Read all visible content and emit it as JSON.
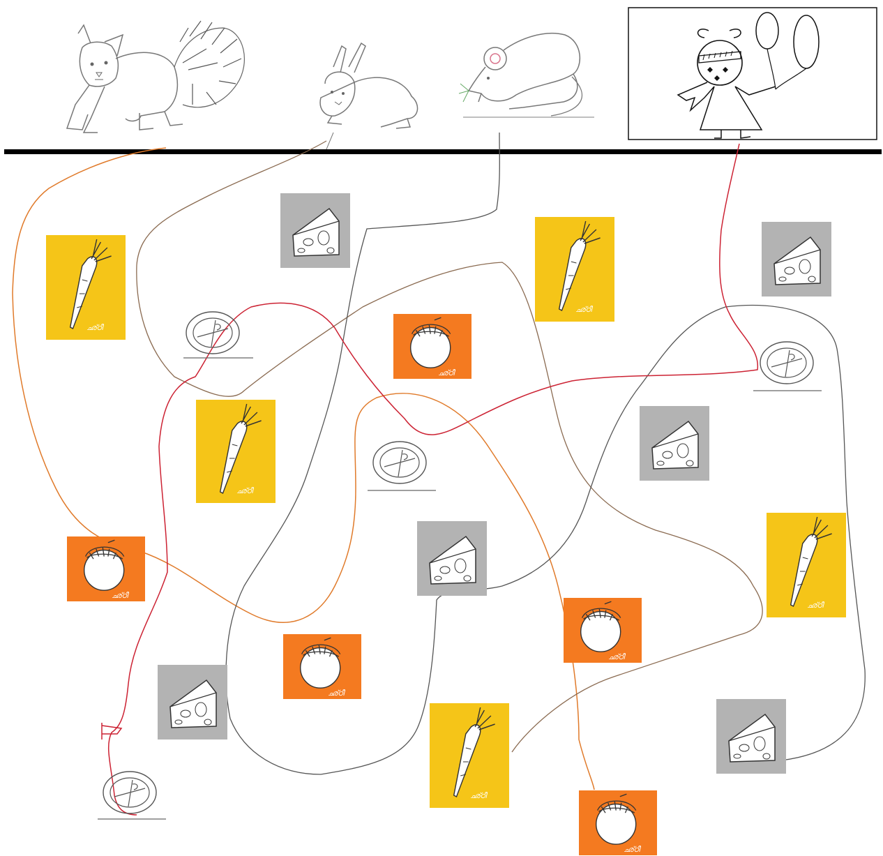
{
  "puzzle": {
    "characters": [
      {
        "id": "cat",
        "name": "cat",
        "path_color": "#e07a2a"
      },
      {
        "id": "rabbit",
        "name": "rabbit",
        "path_color": "#8a6a50"
      },
      {
        "id": "mouse",
        "name": "mouse",
        "path_color": "#555555"
      },
      {
        "id": "girl",
        "name": "girl with balloons",
        "path_color": "#cc2233"
      }
    ],
    "foods": {
      "carrot": {
        "tile_color": "#f5c518",
        "icon": "carrot-icon",
        "tag": "ഛ്ഠീ"
      },
      "cheese": {
        "tile_color": "#b3b3b3",
        "icon": "cheese-icon"
      },
      "strawberry": {
        "tile_color": "#f47a20",
        "icon": "strawberry-icon",
        "tag": "ഛ്ഠീ"
      },
      "plate": {
        "icon": "plate-icon"
      }
    },
    "counts": {
      "carrot": 5,
      "cheese": 6,
      "strawberry": 5,
      "plate": 4
    }
  }
}
